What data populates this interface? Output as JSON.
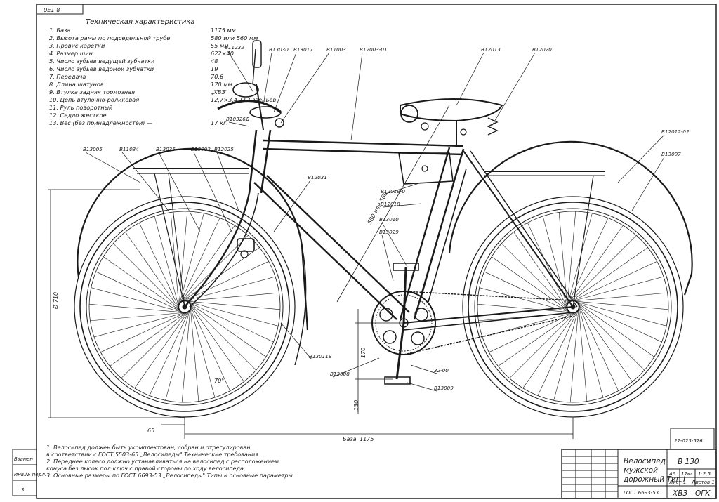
{
  "sheet": {
    "stamp": "0Е1 8",
    "spec_title": "Техническая характеристика",
    "specs": [
      {
        "label": "1. База",
        "value": "1175 мм"
      },
      {
        "label": "2. Высота рамы по подседельной трубе",
        "value": "580 или 560 мм"
      },
      {
        "label": "3. Провис каретки",
        "value": "55 мм"
      },
      {
        "label": "4. Размер шин",
        "value": "622×40"
      },
      {
        "label": "5. Число зубьев ведущей зубчатки",
        "value": "48"
      },
      {
        "label": "6. Число зубьев ведомой зубчатки",
        "value": "19"
      },
      {
        "label": "7. Передача",
        "value": "70,6"
      },
      {
        "label": "8. Длина шатунов",
        "value": "170 мм."
      },
      {
        "label": "9. Втулка задняя тормозная",
        "value": "„ХВЗ\""
      },
      {
        "label": "10. Цепь втулочно-роликовая",
        "value": "12,7×3,4  112 звеньев"
      },
      {
        "label": "11. Руль поворотный",
        "value": ""
      },
      {
        "label": "12. Седло жесткое",
        "value": ""
      },
      {
        "label": "13. Вес (без принадлежностей) —",
        "value": "17 кг."
      }
    ],
    "notes": [
      "1. Велосипед должен быть укомплектован, собран и отрегулирован",
      "в соответствии с ГОСТ 5503-65 „Велосипеды\" Технические требования",
      "2. Переднее колесо должно устанавливаться на велосипед с расположением",
      "конуса без лысок под ключ с правой стороны по ходу велосипеда.",
      "3. Основные размеры по ГОСТ 6693-53 „Велосипеды\" Типы и основные параметры."
    ],
    "callouts": [
      "В11232",
      "В13030",
      "В13017",
      "В11003",
      "В12003-01",
      "В12013",
      "В12020",
      "В10326Д",
      "В13005",
      "В11034",
      "В13035",
      "В13002",
      "В12025",
      "В12031",
      "В12019-0",
      "В12018",
      "В13010",
      "В13029",
      "В12012-02",
      "В13007",
      "В13011Б",
      "В12008",
      "32-00",
      "В13009"
    ],
    "dimensions": {
      "height": "Ø 710",
      "frame": "580 или 560",
      "crank": "170",
      "bb_drop": "130",
      "fork_offset": "65",
      "wheelbase_label": "База",
      "wheelbase_value": "1175",
      "angle": "70°"
    },
    "title_block": {
      "name_line1": "Велосипед",
      "name_line2": "мужской",
      "name_line3": "дорожный Тип I",
      "designation": "В 130",
      "standard": "ГОСТ 6693-53",
      "mass": "17кг.",
      "scale": "1:2,5",
      "sheet": "Лист 1",
      "sheets": "Листов 1",
      "org": "ХВЗ",
      "dept": "ОГК",
      "literal": "А6"
    },
    "side_stamps": [
      "Взамен",
      "Инв.№ подл.",
      "3"
    ],
    "corner_stamp": "27-023-576"
  }
}
